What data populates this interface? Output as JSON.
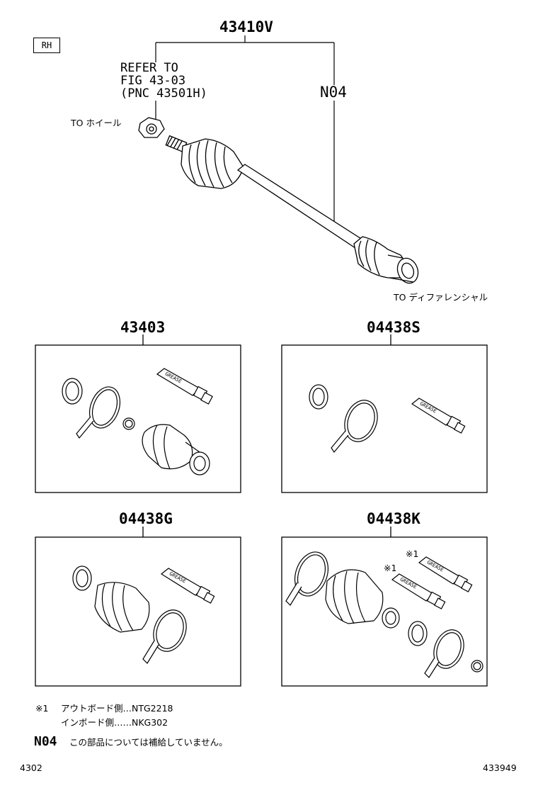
{
  "side_tag": "RH",
  "assembly": {
    "part_number": "43410V",
    "refer_lines": [
      "REFER TO",
      "FIG 43-03",
      "(PNC 43501H)"
    ],
    "note_code": "N04",
    "to_wheel_label": "TO ホイール",
    "to_diff_label": "TO ディファレンシャル"
  },
  "kits": [
    {
      "part_number": "43403"
    },
    {
      "part_number": "04438S"
    },
    {
      "part_number": "04438G"
    },
    {
      "part_number": "04438K"
    }
  ],
  "kit_mark_label": "※1",
  "grease_text": "GREASE",
  "footnotes": {
    "mark": "※1",
    "line1": "アウトボード側…NTG2218",
    "line2": "インボード側……NKG302",
    "n04_code": "N04",
    "n04_text": "この部品については補給していません。"
  },
  "page_left": "4302",
  "page_right": "433949"
}
